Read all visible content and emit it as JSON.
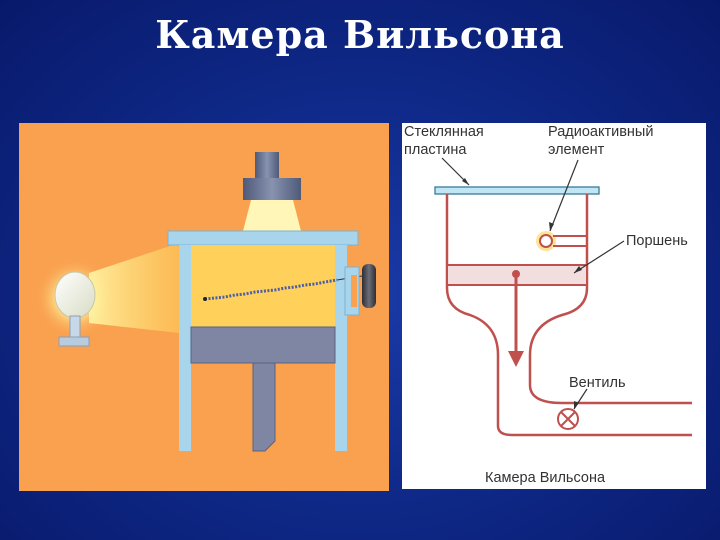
{
  "slide": {
    "title": "Камера Вильсона"
  },
  "schematic": {
    "labels": {
      "glass_plate_line1": "Стеклянная",
      "glass_plate_line2": "пластина",
      "radioactive_line1": "Радиоактивный",
      "radioactive_line2": "элемент",
      "piston": "Поршень",
      "valve": "Вентиль",
      "caption": "Камера Вильсона"
    },
    "colors": {
      "walls": "#c0504d",
      "glass": "#bfe6f2",
      "piston": "#f2dede",
      "source_glow": "#ffd866"
    }
  },
  "illustration": {
    "colors": {
      "background": "#f9a14f",
      "frame": "#a8d4ec",
      "chamber": "#ffd05a",
      "piston": "#7f86a4",
      "lamp_glow": "#fff7a0"
    }
  }
}
